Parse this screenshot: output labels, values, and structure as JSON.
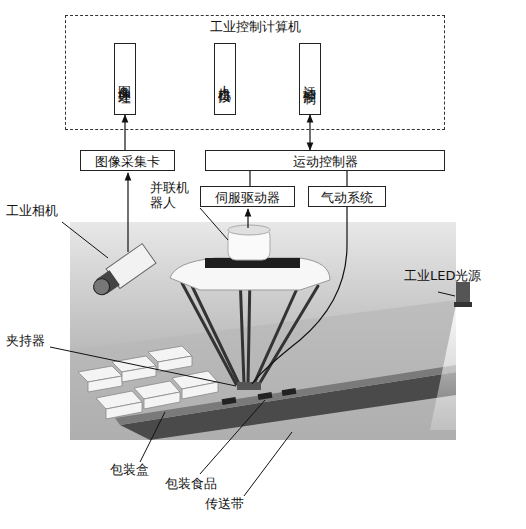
{
  "diagram": {
    "nodes": [
      {
        "text": [
          "工业控制计算机"
        ]
      },
      {
        "text": [
          "图像处理"
        ],
        "in": 0
      },
      {
        "text": [
          "人机接口"
        ],
        "in": 0
      },
      {
        "text": [
          "运动控制"
        ],
        "in": 0
      },
      {
        "text": [
          "图像采集卡"
        ]
      },
      {
        "text": [
          "运动控制器"
        ]
      },
      {
        "text": [
          "伺服驱动器"
        ]
      },
      {
        "text": [
          "气动系统"
        ]
      }
    ],
    "edges": [
      {
        "from": 4,
        "to": 1,
        "arrow": "to"
      },
      {
        "from": 3,
        "to": 5,
        "arrow": "both"
      },
      {
        "from": 5,
        "to": 6,
        "arrow": "none"
      },
      {
        "from": 5,
        "to": 7,
        "arrow": "none"
      }
    ],
    "labels": [
      "工业相机",
      "并联机 器人",
      "工业LED光源",
      "夹持器",
      "包装盒",
      "包装食品",
      "传送带"
    ]
  }
}
